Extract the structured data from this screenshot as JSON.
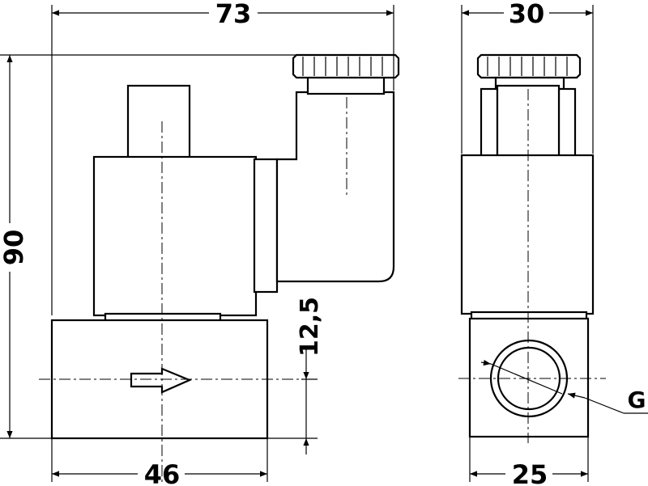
{
  "dimensions": {
    "top_width": "73",
    "side_width": "30",
    "height": "90",
    "offset": "12,5",
    "body_width": "46",
    "side_body_width": "25",
    "port_label": "G"
  },
  "colors": {
    "line": "#000000",
    "background": "#ffffff"
  }
}
